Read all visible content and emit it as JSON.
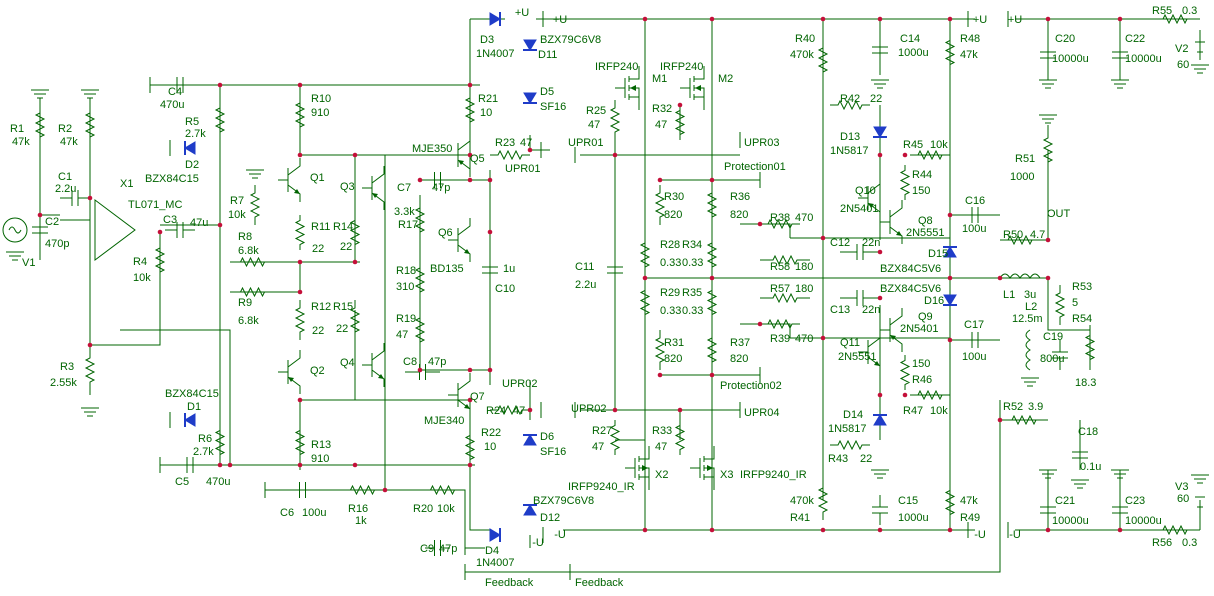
{
  "schematic": {
    "supplies": {
      "vpos_top": "+U",
      "vpos_main": "+U",
      "vpos_right": "+U",
      "vpos_supply": "+U",
      "vneg_main": "-U",
      "vneg_right": "-U",
      "vneg_supply": "-U",
      "vneg_d12": "-U"
    },
    "labels": {
      "upr01_a": "UPR01",
      "upr01_b": "UPR01",
      "upr02_a": "UPR02",
      "upr02_b": "UPR02",
      "upr03": "UPR03",
      "upr04": "UPR04",
      "prot01": "Protection01",
      "prot02": "Protection02",
      "feedback_a": "Feedback",
      "feedback_b": "Feedback",
      "out": "OUT"
    },
    "components": {
      "V1": {
        "name": "V1"
      },
      "R1": {
        "name": "R1",
        "value": "47k"
      },
      "R2": {
        "name": "R2",
        "value": "47k"
      },
      "C1": {
        "name": "C1",
        "value": "2.2u"
      },
      "C2": {
        "name": "C2",
        "value": "470p"
      },
      "X1": {
        "name": "X1",
        "value": "TL071_MC"
      },
      "C3": {
        "name": "C3",
        "value": "47u"
      },
      "R3": {
        "name": "R3",
        "value": "2.55k"
      },
      "R4": {
        "name": "R4",
        "value": "10k"
      },
      "C4": {
        "name": "C4",
        "value": "470u"
      },
      "R5": {
        "name": "R5",
        "value": "2.7k"
      },
      "D2": {
        "name": "D2",
        "value": "BZX84C15"
      },
      "D1": {
        "name": "D1",
        "value": "BZX84C15"
      },
      "R6": {
        "name": "R6",
        "value": "2.7k"
      },
      "C5": {
        "name": "C5",
        "value": "470u"
      },
      "R7": {
        "name": "R7",
        "value": "10k"
      },
      "R8": {
        "name": "R8",
        "value": "6.8k"
      },
      "R9": {
        "name": "R9",
        "value": "6.8k"
      },
      "Q1": {
        "name": "Q1"
      },
      "Q2": {
        "name": "Q2"
      },
      "Q3": {
        "name": "Q3"
      },
      "Q4": {
        "name": "Q4"
      },
      "R10": {
        "name": "R10",
        "value": "910"
      },
      "R11": {
        "name": "R11",
        "value": "22"
      },
      "R14": {
        "name": "R14",
        "value": "22"
      },
      "R12": {
        "name": "R12",
        "value": "22"
      },
      "R15": {
        "name": "R15",
        "value": "22"
      },
      "R13": {
        "name": "R13",
        "value": "910"
      },
      "C6": {
        "name": "C6",
        "value": "100u"
      },
      "R16": {
        "name": "R16",
        "value": "1k"
      },
      "R20": {
        "name": "R20",
        "value": "10k"
      },
      "C9": {
        "name": "C9",
        "value": "47p"
      },
      "D3": {
        "name": "D3",
        "value": "1N4007"
      },
      "D11": {
        "name": "D11",
        "value": "BZX79C6V8"
      },
      "D5": {
        "name": "D5",
        "value": "SF16"
      },
      "R21": {
        "name": "R21",
        "value": "10"
      },
      "R23": {
        "name": "R23",
        "value": "47"
      },
      "Q5": {
        "name": "Q5",
        "value": "MJE350"
      },
      "C7": {
        "name": "C7",
        "value": "47p"
      },
      "R17": {
        "name": "R17",
        "value": "3.3k"
      },
      "Q6": {
        "name": "Q6",
        "value": "BD135"
      },
      "R18": {
        "name": "R18",
        "value": "310"
      },
      "R19": {
        "name": "R19",
        "value": "47"
      },
      "C10": {
        "name": "C10",
        "value": "1u"
      },
      "C8": {
        "name": "C8",
        "value": "47p"
      },
      "Q7": {
        "name": "Q7",
        "value": "MJE340"
      },
      "R24": {
        "name": "R24",
        "value": "47"
      },
      "R22": {
        "name": "R22",
        "value": "10"
      },
      "D6": {
        "name": "D6",
        "value": "SF16"
      },
      "D12": {
        "name": "D12",
        "value": "BZX79C6V8"
      },
      "D4": {
        "name": "D4",
        "value": "1N4007"
      },
      "M1": {
        "name": "M1",
        "value": "IRFP240"
      },
      "M2": {
        "name": "M2",
        "value": "IRFP240"
      },
      "R25": {
        "name": "R25",
        "value": "47"
      },
      "R32": {
        "name": "R32",
        "value": "47"
      },
      "C11": {
        "name": "C11",
        "value": "2.2u"
      },
      "R30": {
        "name": "R30",
        "value": "820"
      },
      "R36": {
        "name": "R36",
        "value": "820"
      },
      "R28": {
        "name": "R28",
        "value": "0.33"
      },
      "R34": {
        "name": "R34",
        "value": "0.33"
      },
      "R29": {
        "name": "R29",
        "value": "0.33"
      },
      "R35": {
        "name": "R35",
        "value": "0.33"
      },
      "R31": {
        "name": "R31",
        "value": "820"
      },
      "R37": {
        "name": "R37",
        "value": "820"
      },
      "R27": {
        "name": "R27",
        "value": "47"
      },
      "R33": {
        "name": "R33",
        "value": "47"
      },
      "X2": {
        "name": "X2",
        "value": "IRFP9240_IR"
      },
      "X3": {
        "name": "X3",
        "value": "IRFP9240_IR"
      },
      "R40": {
        "name": "R40",
        "value": "470k"
      },
      "C14": {
        "name": "C14",
        "value": "1000u"
      },
      "R48": {
        "name": "R48",
        "value": "47k"
      },
      "R42": {
        "name": "R42",
        "value": "22"
      },
      "D13": {
        "name": "D13",
        "value": "1N5817"
      },
      "R45": {
        "name": "R45",
        "value": "10k"
      },
      "R44": {
        "name": "R44",
        "value": "150"
      },
      "Q10": {
        "name": "Q10",
        "value": "2N5401"
      },
      "Q8": {
        "name": "Q8",
        "value": "2N5551"
      },
      "R38": {
        "name": "R38",
        "value": "470"
      },
      "C12": {
        "name": "C12",
        "value": "22n"
      },
      "R58": {
        "name": "R58",
        "value": "180"
      },
      "D15": {
        "name": "D15",
        "value": "BZX84C5V6"
      },
      "R57": {
        "name": "R57",
        "value": "180"
      },
      "C13": {
        "name": "C13",
        "value": "22n"
      },
      "D16": {
        "name": "D16",
        "value": "BZX84C5V6"
      },
      "R39": {
        "name": "R39",
        "value": "470"
      },
      "Q9": {
        "name": "Q9",
        "value": "2N5401"
      },
      "Q11": {
        "name": "Q11",
        "value": "2N5551"
      },
      "R46": {
        "name": "R46",
        "value": "150"
      },
      "R47": {
        "name": "R47",
        "value": "10k"
      },
      "D14": {
        "name": "D14",
        "value": "1N5817"
      },
      "R43": {
        "name": "R43",
        "value": "22"
      },
      "R41": {
        "name": "R41",
        "value": "470k"
      },
      "C15": {
        "name": "C15",
        "value": "1000u"
      },
      "R49": {
        "name": "R49",
        "value": "47k"
      },
      "C16": {
        "name": "C16",
        "value": "100u"
      },
      "C17": {
        "name": "C17",
        "value": "100u"
      },
      "R50": {
        "name": "R50",
        "value": "4.7"
      },
      "L1": {
        "name": "L1",
        "value": "3u"
      },
      "R51": {
        "name": "R51",
        "value": "1000"
      },
      "R53": {
        "name": "R53",
        "value": "5"
      },
      "L2": {
        "name": "L2",
        "value": "12.5m"
      },
      "C19": {
        "name": "C19",
        "value": "800u"
      },
      "R54": {
        "name": "R54",
        "value": "18.3"
      },
      "R52": {
        "name": "R52",
        "value": "3.9"
      },
      "C18": {
        "name": "C18",
        "value": "0.1u"
      },
      "C20": {
        "name": "C20",
        "value": "10000u"
      },
      "C22": {
        "name": "C22",
        "value": "10000u"
      },
      "R55": {
        "name": "R55",
        "value": "0.3"
      },
      "V2": {
        "name": "V2",
        "value": "60"
      },
      "C21": {
        "name": "C21",
        "value": "10000u"
      },
      "C23": {
        "name": "C23",
        "value": "10000u"
      },
      "V3": {
        "name": "V3",
        "value": "60"
      },
      "R56": {
        "name": "R56",
        "value": "0.3"
      }
    }
  }
}
